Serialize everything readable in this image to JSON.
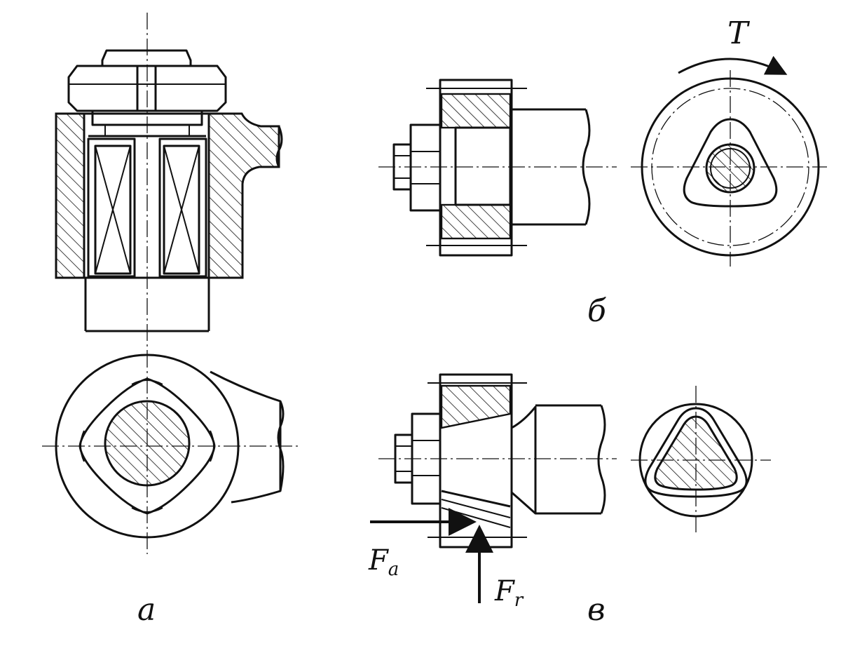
{
  "labels": {
    "view_a": "а",
    "view_b": "б",
    "view_v": "в",
    "torque": "T",
    "force_axial": "F",
    "force_axial_sub": "a",
    "force_radial": "F",
    "force_radial_sub": "r"
  },
  "colors": {
    "ink": "#111111",
    "paper": "#ffffff"
  }
}
